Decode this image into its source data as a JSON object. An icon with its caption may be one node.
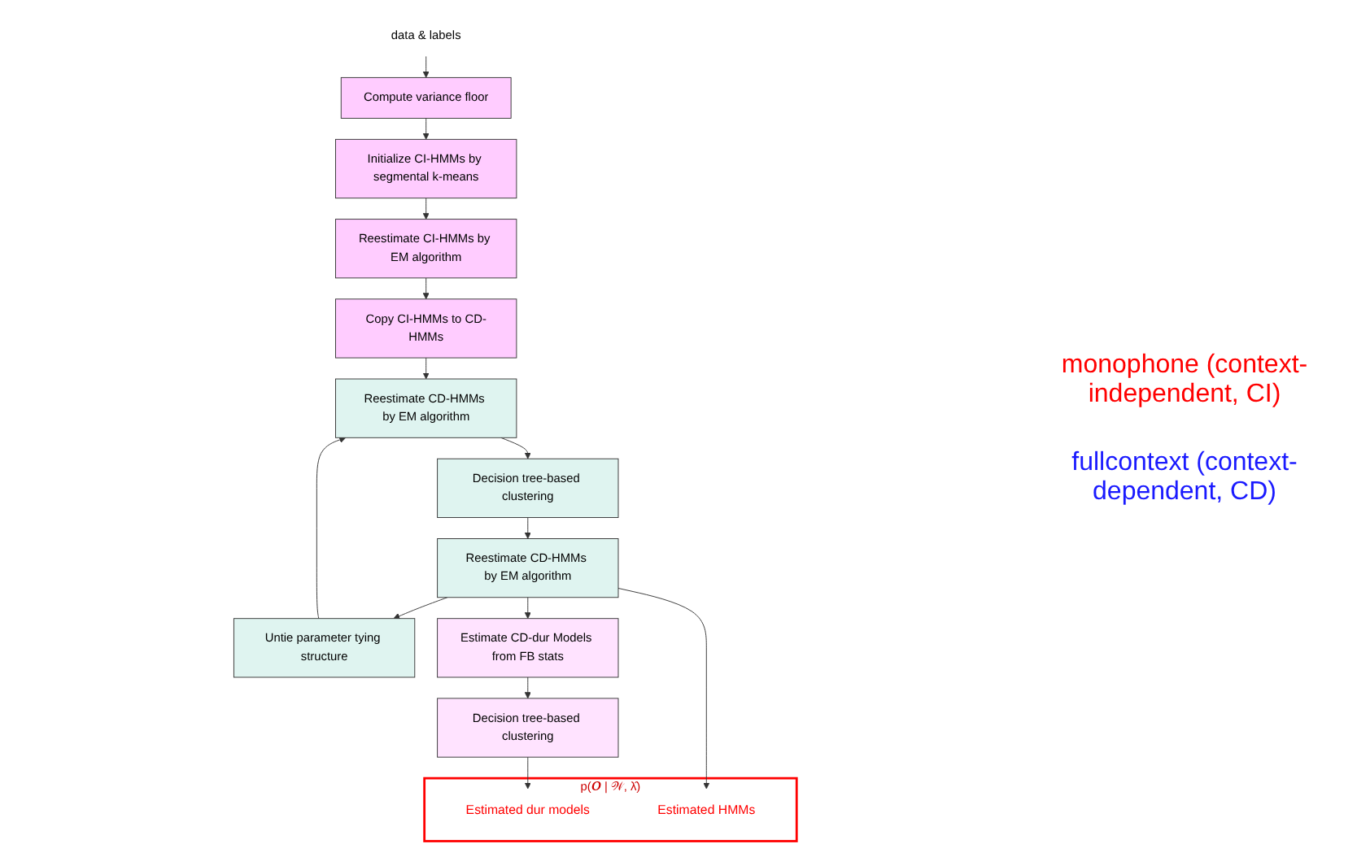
{
  "diagram": {
    "nodes": [
      {
        "text": [
          "data & labels"
        ]
      },
      {
        "text": [
          "Compute variance floor"
        ]
      },
      {
        "text": [
          "Initialize CI-HMMs by segmental k-means"
        ]
      },
      {
        "text": [
          "Reestimate CI-HMMs by EM algorithm"
        ]
      },
      {
        "text": [
          "Copy CI-HMMs to CD-HMMs"
        ]
      },
      {
        "text": [
          "Reestimate CD-HMMs by EM algorithm"
        ]
      },
      {
        "text": [
          "Decision tree-based clustering"
        ]
      },
      {
        "text": [
          "Reestimate CD-HMMs by EM algorithm"
        ]
      },
      {
        "text": [
          "Untie parameter tying structure"
        ]
      },
      {
        "text": [
          "Estimate CD-dur Models from FB stats"
        ]
      },
      {
        "text": [
          "Decision tree-based clustering"
        ]
      },
      {
        "text": [
          "p(𝑶 | 𝒲, λ̂)"
        ]
      },
      {
        "text": [
          "Estimated dur models"
        ],
        "in": 11
      },
      {
        "text": [
          "Estimated HMMs"
        ],
        "in": 11
      }
    ],
    "edges": [
      {
        "from": 0,
        "to": 1,
        "arrow": "to"
      },
      {
        "from": 1,
        "to": 2,
        "arrow": "to"
      },
      {
        "from": 2,
        "to": 3,
        "arrow": "to"
      },
      {
        "from": 3,
        "to": 4,
        "arrow": "to"
      },
      {
        "from": 4,
        "to": 5,
        "arrow": "to"
      },
      {
        "from": 5,
        "to": 6,
        "arrow": "to"
      },
      {
        "from": 6,
        "to": 7,
        "arrow": "to"
      },
      {
        "from": 7,
        "to": 8,
        "arrow": "to"
      },
      {
        "from": 8,
        "to": 5,
        "arrow": "to"
      },
      {
        "from": 7,
        "to": 9,
        "arrow": "to"
      },
      {
        "from": 9,
        "to": 10,
        "arrow": "to"
      },
      {
        "from": 10,
        "to": 12,
        "arrow": "to"
      },
      {
        "from": 7,
        "to": 13,
        "arrow": "to"
      }
    ],
    "labels": [
      "monophone (context-independent, CI)",
      "fullcontext (context-dependent, CD)"
    ]
  }
}
